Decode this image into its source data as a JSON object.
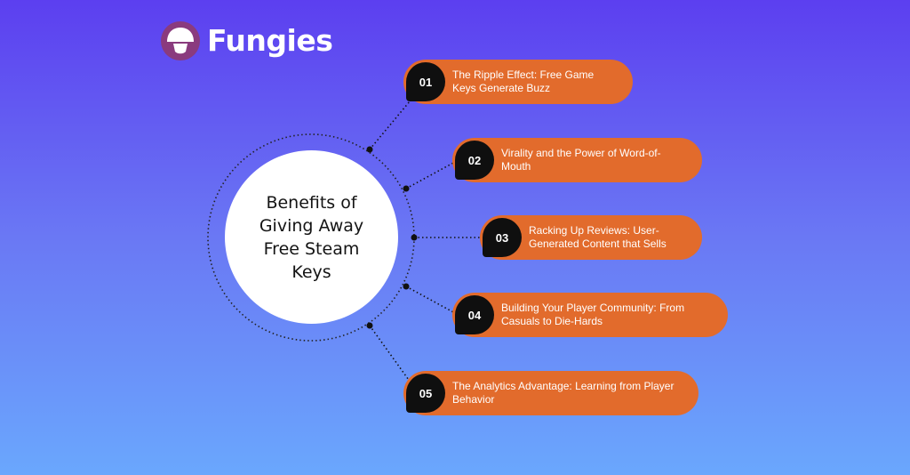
{
  "brand": {
    "name": "Fungies"
  },
  "diagram": {
    "center_title": "Benefits of Giving Away Free Steam Keys",
    "items": [
      {
        "number": "01",
        "text": "The Ripple Effect: Free Game Keys Generate Buzz"
      },
      {
        "number": "02",
        "text": "Virality and the Power of Word-of-Mouth"
      },
      {
        "number": "03",
        "text": "Racking Up Reviews: User-Generated Content that Sells"
      },
      {
        "number": "04",
        "text": "Building Your Player Community: From Casuals to Die-Hards"
      },
      {
        "number": "05",
        "text": "The Analytics Advantage: Learning from Player Behavior"
      }
    ]
  },
  "colors": {
    "background_top": "#5c3ff0",
    "background_bottom": "#6aa7fd",
    "pill": "#e26b2c",
    "badge": "#0f0f0f",
    "logo_mark": "#8a3b7e"
  }
}
